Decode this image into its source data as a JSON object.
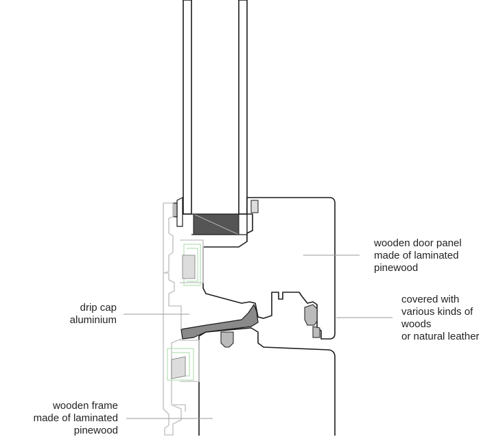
{
  "labels": {
    "door_panel": [
      "wooden door panel",
      "made of laminated",
      "pinewood"
    ],
    "covered": [
      "covered with",
      "various kinds of",
      "woods",
      "or natural leather"
    ],
    "drip_cap": [
      "drip cap",
      "aluminium"
    ],
    "frame": [
      "wooden frame",
      "made of laminated",
      "pinewood"
    ]
  },
  "colors": {
    "outline": "#1a1a1a",
    "leader": "#999999",
    "aluminium_outline": "#c8c8c8",
    "seal_green": "#b6e0b6",
    "glazing_spacer": "#555555",
    "drip_cap_fill": "#8a8a8a"
  }
}
